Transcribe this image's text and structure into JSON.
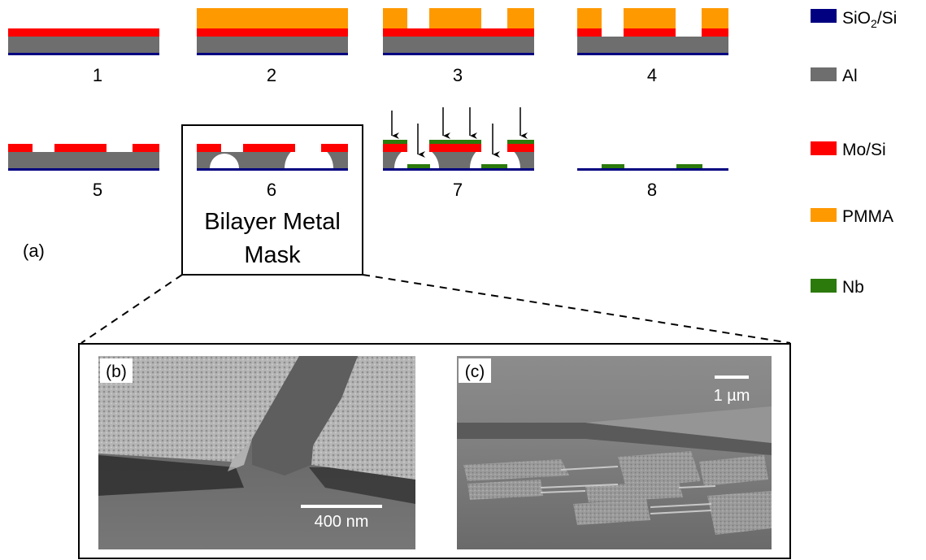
{
  "panel_label_a": "(a)",
  "steps": [
    "1",
    "2",
    "3",
    "4",
    "5",
    "6",
    "7",
    "8"
  ],
  "mask_label": {
    "line1": "Bilayer Metal",
    "line2": "Mask"
  },
  "legend": [
    {
      "label": "SiO",
      "sub": "2",
      "tail": "/Si",
      "color": "#000080"
    },
    {
      "label": "Al",
      "color": "#6e6e6e"
    },
    {
      "label": "Mo/Si",
      "color": "#ff0000"
    },
    {
      "label": "PMMA",
      "color": "#ff9900"
    },
    {
      "label": "Nb",
      "color": "#2b7a0b"
    }
  ],
  "micrographs": {
    "b": {
      "label": "(b)",
      "scale_bar": "400 nm"
    },
    "c": {
      "label": "(c)",
      "scale_bar": "1 µm"
    }
  }
}
